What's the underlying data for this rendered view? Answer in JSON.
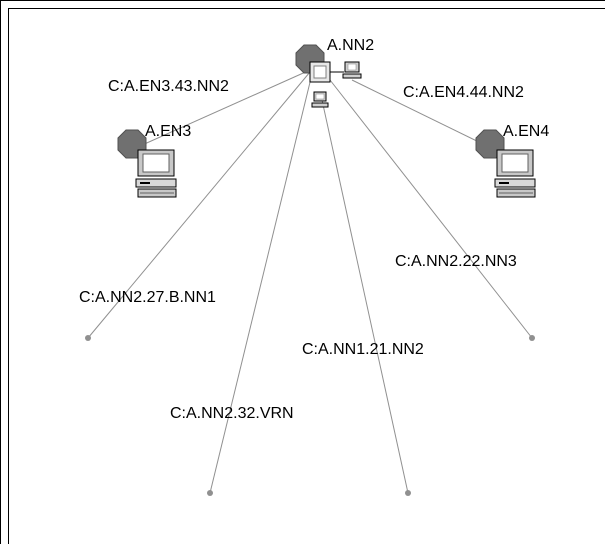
{
  "colors": {
    "background": "#ffffff",
    "link_line": "#909090",
    "router": "#707070",
    "endpoint": "#909090",
    "text": "#000000"
  },
  "nodes": {
    "hub": {
      "label": "A.NN2",
      "icon": "router-octagon-icon"
    },
    "en3": {
      "label": "A.EN3",
      "icon": "workstation-computer-icon"
    },
    "en4": {
      "label": "A.EN4",
      "icon": "workstation-computer-icon"
    }
  },
  "links": [
    {
      "id": "en3-link",
      "label": "C:A.EN3.43.NN2"
    },
    {
      "id": "en4-link",
      "label": "C:A.EN4.44.NN2"
    },
    {
      "id": "nn1-b-link",
      "label": "C:A.NN2.27.B.NN1"
    },
    {
      "id": "nn3-link",
      "label": "C:A.NN2.22.NN3"
    },
    {
      "id": "nn1-link",
      "label": "C:A.NN1.21.NN2"
    },
    {
      "id": "vrn-link",
      "label": "C:A.NN2.32.VRN"
    }
  ]
}
